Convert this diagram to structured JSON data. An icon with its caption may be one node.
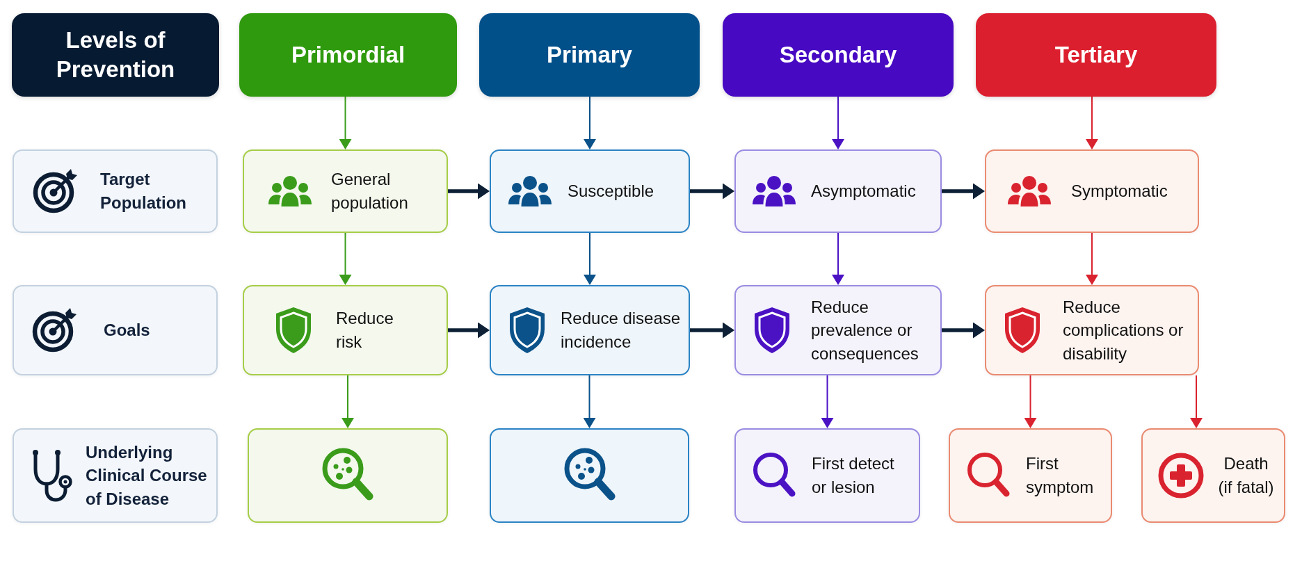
{
  "diagram": {
    "nodes": [
      {
        "text": [
          "Levels of Prevention"
        ]
      },
      {
        "text": [
          "Primordial"
        ]
      },
      {
        "text": [
          "Primary"
        ]
      },
      {
        "text": [
          "Secondary"
        ]
      },
      {
        "text": [
          "Tertiary"
        ]
      },
      {
        "text": [
          "Target Population"
        ]
      },
      {
        "text": [
          "General population"
        ]
      },
      {
        "text": [
          "Susceptible"
        ]
      },
      {
        "text": [
          "Asymptomatic"
        ]
      },
      {
        "text": [
          "Symptomatic"
        ]
      },
      {
        "text": [
          "Goals"
        ]
      },
      {
        "text": [
          "Reduce risk"
        ]
      },
      {
        "text": [
          "Reduce disease incidence"
        ]
      },
      {
        "text": [
          "Reduce prevalence or consequences"
        ]
      },
      {
        "text": [
          "Reduce complications or disability"
        ]
      },
      {
        "text": [
          "Underlying Clinical Course of Disease"
        ]
      },
      {
        "text": [],
        "shape": "box"
      },
      {
        "text": [],
        "shape": "box"
      },
      {
        "text": [
          "First detect or lesion"
        ]
      },
      {
        "text": [
          "First symptom"
        ]
      },
      {
        "text": [
          "Death (if fatal)"
        ]
      }
    ],
    "edges": [
      {
        "from": 1,
        "to": 6,
        "arrow": "to",
        "color": "#3a9c1a"
      },
      {
        "from": 2,
        "to": 7,
        "arrow": "to",
        "color": "#0a5289"
      },
      {
        "from": 3,
        "to": 8,
        "arrow": "to",
        "color": "#4b12c4"
      },
      {
        "from": 4,
        "to": 9,
        "arrow": "to",
        "color": "#d9232f"
      },
      {
        "from": 6,
        "to": 7,
        "arrow": "to",
        "style": "thick"
      },
      {
        "from": 7,
        "to": 8,
        "arrow": "to",
        "style": "thick"
      },
      {
        "from": 8,
        "to": 9,
        "arrow": "to",
        "style": "thick"
      },
      {
        "from": 6,
        "to": 11,
        "arrow": "to",
        "color": "#3a9c1a"
      },
      {
        "from": 7,
        "to": 12,
        "arrow": "to",
        "color": "#0a5289"
      },
      {
        "from": 8,
        "to": 13,
        "arrow": "to",
        "color": "#4b12c4"
      },
      {
        "from": 9,
        "to": 14,
        "arrow": "to",
        "color": "#d9232f"
      },
      {
        "from": 11,
        "to": 12,
        "arrow": "to",
        "style": "thick"
      },
      {
        "from": 12,
        "to": 13,
        "arrow": "to",
        "style": "thick"
      },
      {
        "from": 13,
        "to": 14,
        "arrow": "to",
        "style": "thick"
      },
      {
        "from": 11,
        "to": 16,
        "arrow": "to",
        "color": "#3a9c1a"
      },
      {
        "from": 12,
        "to": 17,
        "arrow": "to",
        "color": "#0a5289"
      },
      {
        "from": 13,
        "to": 18,
        "arrow": "to",
        "color": "#4b12c4"
      },
      {
        "from": 14,
        "to": 19,
        "arrow": "to",
        "color": "#d9232f"
      },
      {
        "from": 14,
        "to": 20,
        "arrow": "to",
        "color": "#d9232f"
      }
    ]
  }
}
